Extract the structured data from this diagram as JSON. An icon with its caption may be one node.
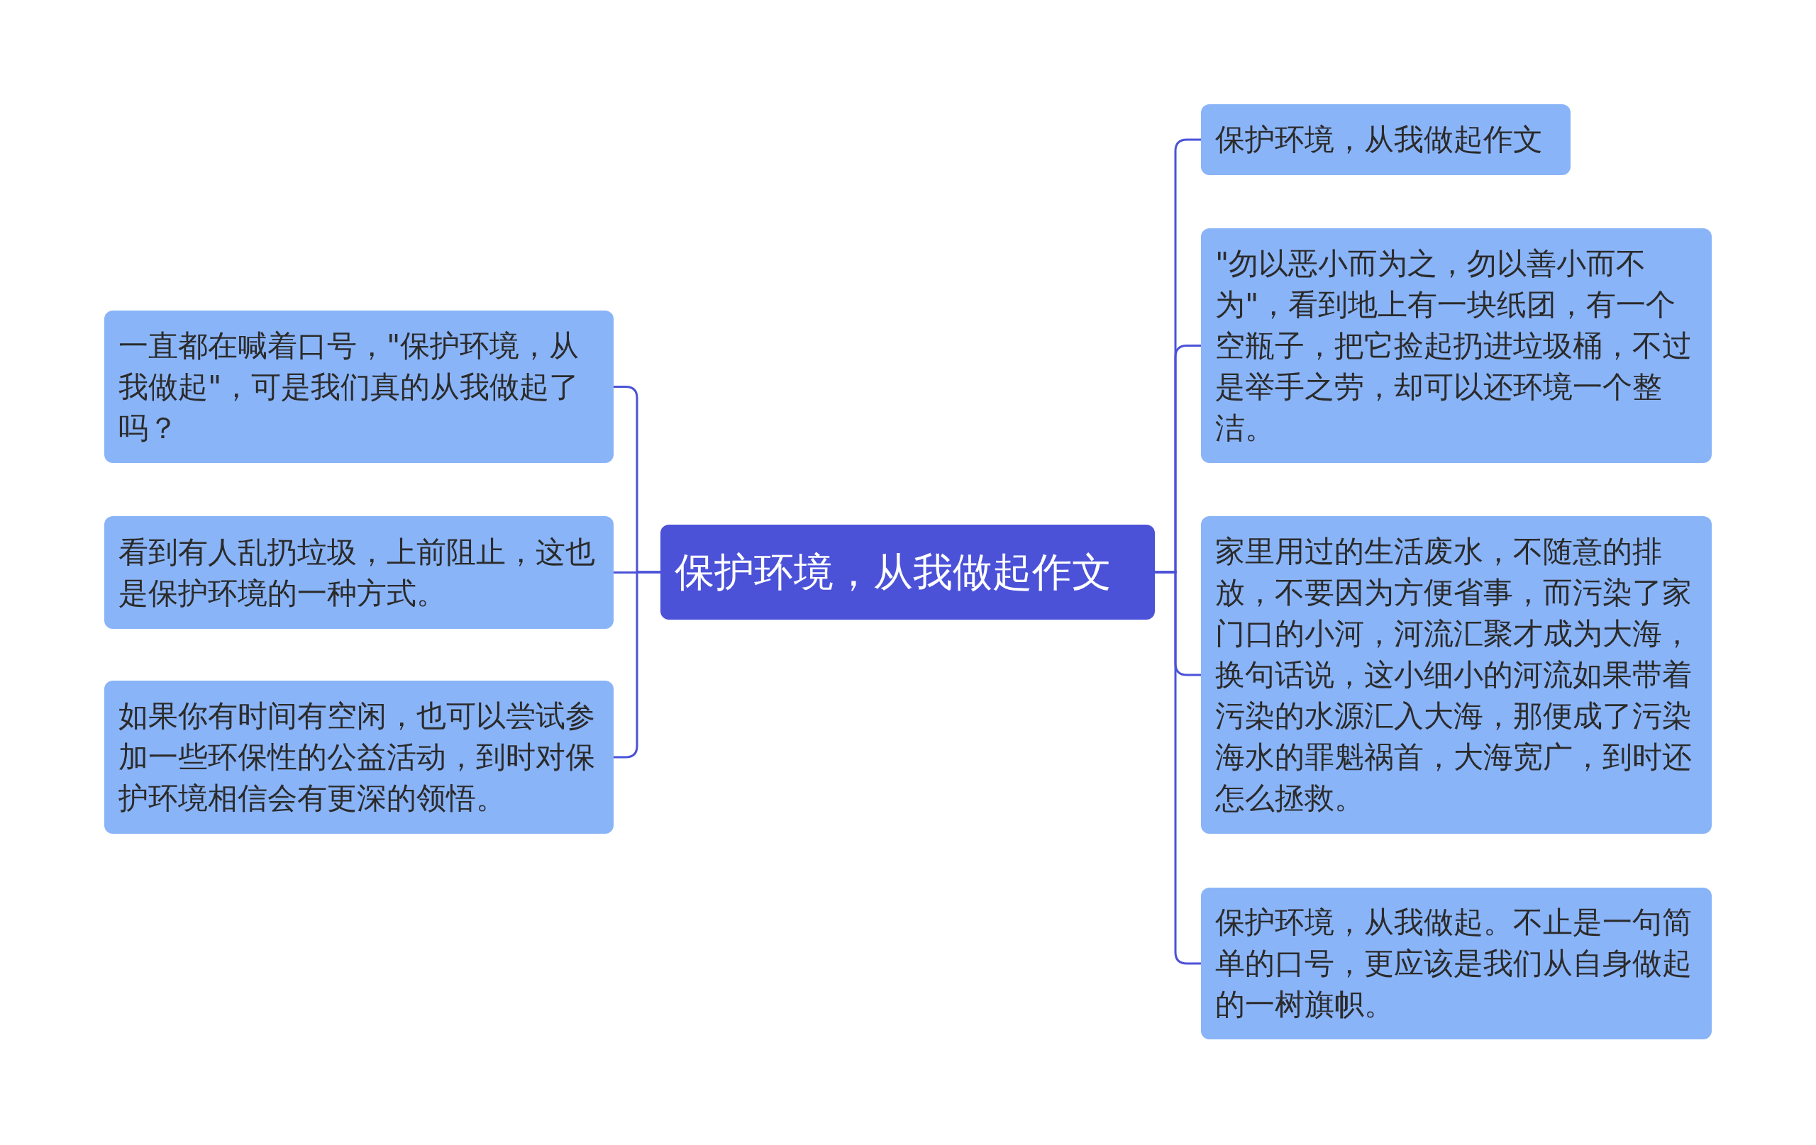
{
  "diagram": {
    "nodes": [
      {
        "text": [
          "保护环境，从我做起作文"
        ]
      },
      {
        "text": [
          "一直都在喊着口号，\"保护环境，从我做起\"，可是我们真的从我做起了吗？"
        ]
      },
      {
        "text": [
          "看到有人乱扔垃圾，上前阻止，这也是保护环境的一种方式。"
        ]
      },
      {
        "text": [
          "如果你有时间有空闲，也可以尝试参加一些环保性的公益活动，到时对保护环境相信会有更深的领悟。"
        ]
      },
      {
        "text": [
          "保护环境，从我做起作文"
        ]
      },
      {
        "text": [
          "\"勿以恶小而为之，勿以善小而不为\"，看到地上有一块纸团，有一个空瓶子，把它捡起扔进垃圾桶，不过是举手之劳，却可以还环境一个整洁。"
        ]
      },
      {
        "text": [
          "家里用过的生活废水，不随意的排放，不要因为方便省事，而污染了家门口的小河，河流汇聚才成为大海，换句话说，这小细小的河流如果带着污染的水源汇入大海，那便成了污染海水的罪魁祸首，大海宽广，到时还怎么拯救。"
        ]
      },
      {
        "text": [
          "保护环境，从我做起。不止是一句简单的口号，更应该是我们从自身做起的一树旗帜。"
        ]
      }
    ],
    "edges": [
      {
        "from": 0,
        "to": 1,
        "arrow": "none"
      },
      {
        "from": 0,
        "to": 2,
        "arrow": "none"
      },
      {
        "from": 0,
        "to": 3,
        "arrow": "none"
      },
      {
        "from": 0,
        "to": 4,
        "arrow": "none"
      },
      {
        "from": 0,
        "to": 5,
        "arrow": "none"
      },
      {
        "from": 0,
        "to": 6,
        "arrow": "none"
      },
      {
        "from": 0,
        "to": 7,
        "arrow": "none"
      }
    ]
  }
}
